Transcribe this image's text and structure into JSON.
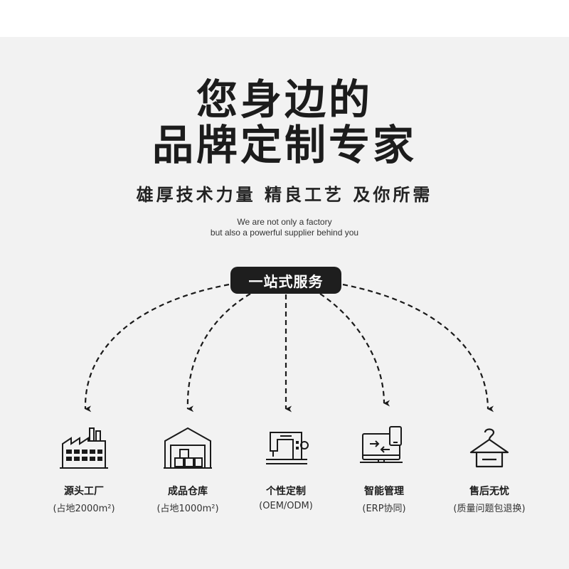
{
  "headline": {
    "line1": "您身边的",
    "line2": "品牌定制专家"
  },
  "tagline": "雄厚技术力量 精良工艺 及你所需",
  "english": {
    "line1": "We are not only a factory",
    "line2": "but also a powerful supplier behind you"
  },
  "hub_label": "一站式服务",
  "services": [
    {
      "name": "源头工厂",
      "detail": "(占地2000m²)",
      "icon": "factory-icon"
    },
    {
      "name": "成品仓库",
      "detail": "(占地1000m²)",
      "icon": "warehouse-icon"
    },
    {
      "name": "个性定制",
      "detail": "(OEM/ODM)",
      "icon": "sewing-machine-icon"
    },
    {
      "name": "智能管理",
      "detail": "(ERP协同)",
      "icon": "computer-phone-sync-icon"
    },
    {
      "name": "售后无忧",
      "detail": "(质量问题包退换)",
      "icon": "hanger-icon"
    }
  ],
  "colors": {
    "background": "#f2f2f2",
    "text": "#1a1a1a",
    "pill": "#1e1e1e"
  }
}
